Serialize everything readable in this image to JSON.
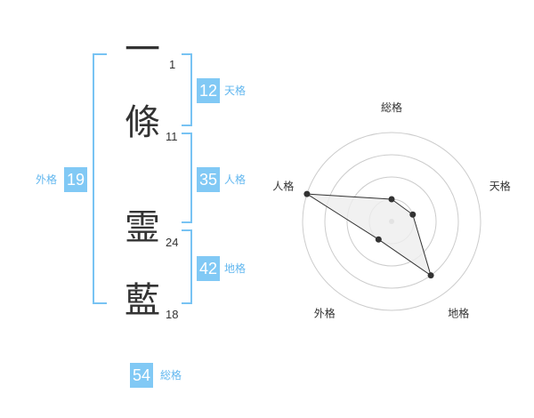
{
  "name": {
    "chars": [
      {
        "char": "一",
        "strokes": "1"
      },
      {
        "char": "條",
        "strokes": "11"
      },
      {
        "char": "霊",
        "strokes": "24"
      },
      {
        "char": "藍",
        "strokes": "18"
      }
    ]
  },
  "fortune": {
    "tenkaku": {
      "value": "12",
      "label": "天格"
    },
    "jinkaku": {
      "value": "35",
      "label": "人格"
    },
    "chikaku": {
      "value": "42",
      "label": "地格"
    },
    "gaikaku": {
      "value": "19",
      "label": "外格"
    },
    "soukaku": {
      "value": "54",
      "label": "総格"
    }
  },
  "chart_data": {
    "type": "radar",
    "axes": [
      "総格",
      "天格",
      "地格",
      "外格",
      "人格"
    ],
    "levels": 4,
    "values": [
      1,
      1,
      3,
      1,
      4
    ],
    "max": 4,
    "colors": {
      "fill": "#eeeeee",
      "stroke": "#333333",
      "grid": "#cccccc"
    }
  }
}
